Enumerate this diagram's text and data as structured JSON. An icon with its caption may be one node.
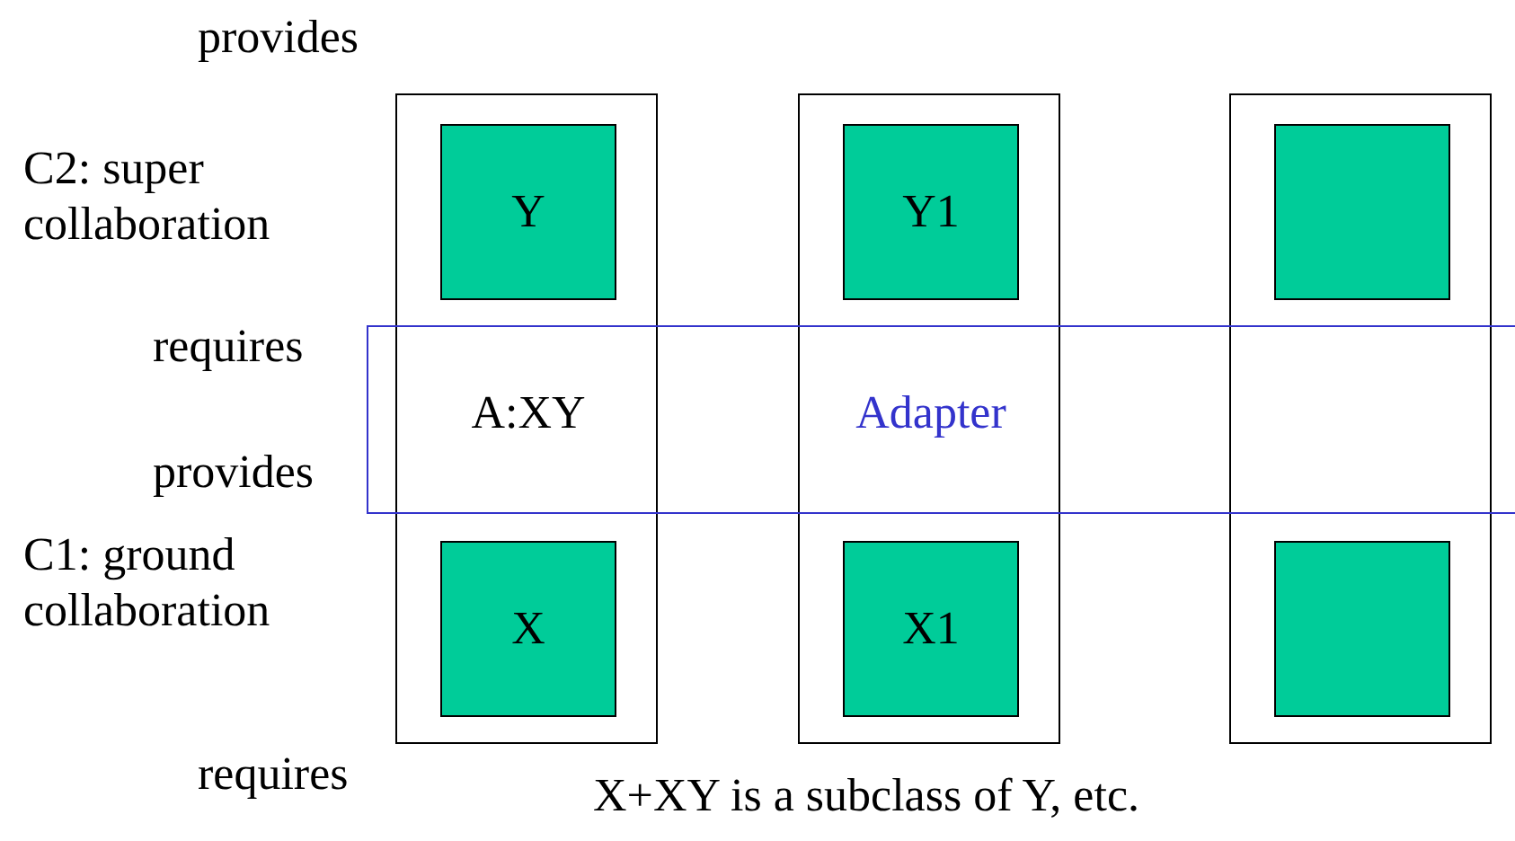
{
  "diagram": {
    "caption": "X+XY is a subclass of Y, etc.",
    "nodes": [
      {
        "text": [
          "A:XY"
        ]
      },
      {
        "text": [
          "Y"
        ],
        "in": 0
      },
      {
        "text": [
          "X"
        ],
        "in": 0
      },
      {
        "text": [
          "Adapter"
        ]
      },
      {
        "text": [
          "Y1"
        ],
        "in": 3
      },
      {
        "text": [
          "X1"
        ],
        "in": 3
      },
      {
        "text": [],
        "shape": "box"
      },
      {
        "text": [],
        "shape": "box",
        "in": 6
      },
      {
        "text": [],
        "shape": "box",
        "in": 6
      },
      {
        "text": [],
        "shape": "box",
        "beside": [
          "requires",
          "provides"
        ]
      }
    ],
    "labels": [
      "provides",
      "C2: super collaboration",
      "C1: ground collaboration",
      "requires"
    ]
  }
}
